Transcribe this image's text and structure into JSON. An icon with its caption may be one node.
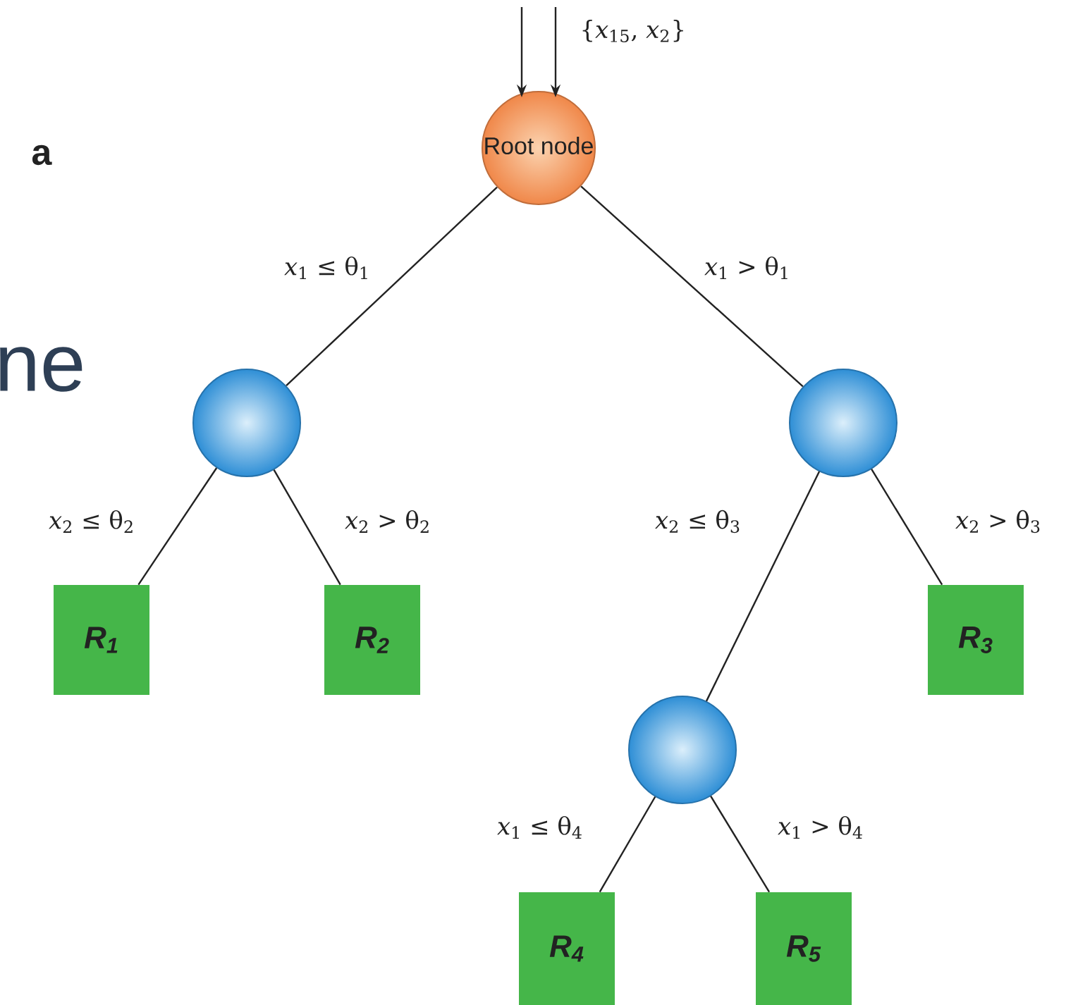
{
  "diagram": {
    "nodes": [
      {
        "text": [
          "Root node"
        ]
      },
      {
        "text": [],
        "shape": "circle"
      },
      {
        "text": [],
        "shape": "circle"
      },
      {
        "text": [
          "*R*$_{1}$"
        ]
      },
      {
        "text": [
          "*R*$_{2}$"
        ]
      },
      {
        "text": [
          "*R*$_{3}$"
        ]
      },
      {
        "text": [],
        "shape": "circle"
      },
      {
        "text": [
          "*R*$_{4}$"
        ]
      },
      {
        "text": [
          "*R*$_{5}$"
        ]
      }
    ],
    "edges": [
      {
        "from": null,
        "to": 0,
        "arrow": "to"
      },
      {
        "from": null,
        "to": 0,
        "arrow": "to",
        "label": "{*x*$_{15}$, *x*$_{2}$}"
      },
      {
        "from": 0,
        "to": 1,
        "arrow": "none",
        "label": "*x*$_{1}$ ≤ θ$_{1}$"
      },
      {
        "from": 0,
        "to": 2,
        "arrow": "none",
        "label": "*x*$_{1}$ > θ$_{1}$"
      },
      {
        "from": 1,
        "to": 3,
        "arrow": "none",
        "label": "*x*$_{2}$ ≤ θ$_{2}$"
      },
      {
        "from": 1,
        "to": 4,
        "arrow": "none",
        "label": "*x*$_{2}$ > θ$_{2}$"
      },
      {
        "from": 2,
        "to": 6,
        "arrow": "none",
        "label": "*x*$_{2}$ ≤ θ$_{3}$"
      },
      {
        "from": 2,
        "to": 5,
        "arrow": "none",
        "label": "*x*$_{2}$ > θ$_{3}$"
      },
      {
        "from": 6,
        "to": 7,
        "arrow": "none",
        "label": "*x*$_{1}$ ≤ θ$_{4}$"
      },
      {
        "from": 6,
        "to": 8,
        "arrow": "none",
        "label": "*x*$_{1}$ > θ$_{4}$"
      }
    ],
    "labels": [
      "a",
      "ne"
    ]
  }
}
